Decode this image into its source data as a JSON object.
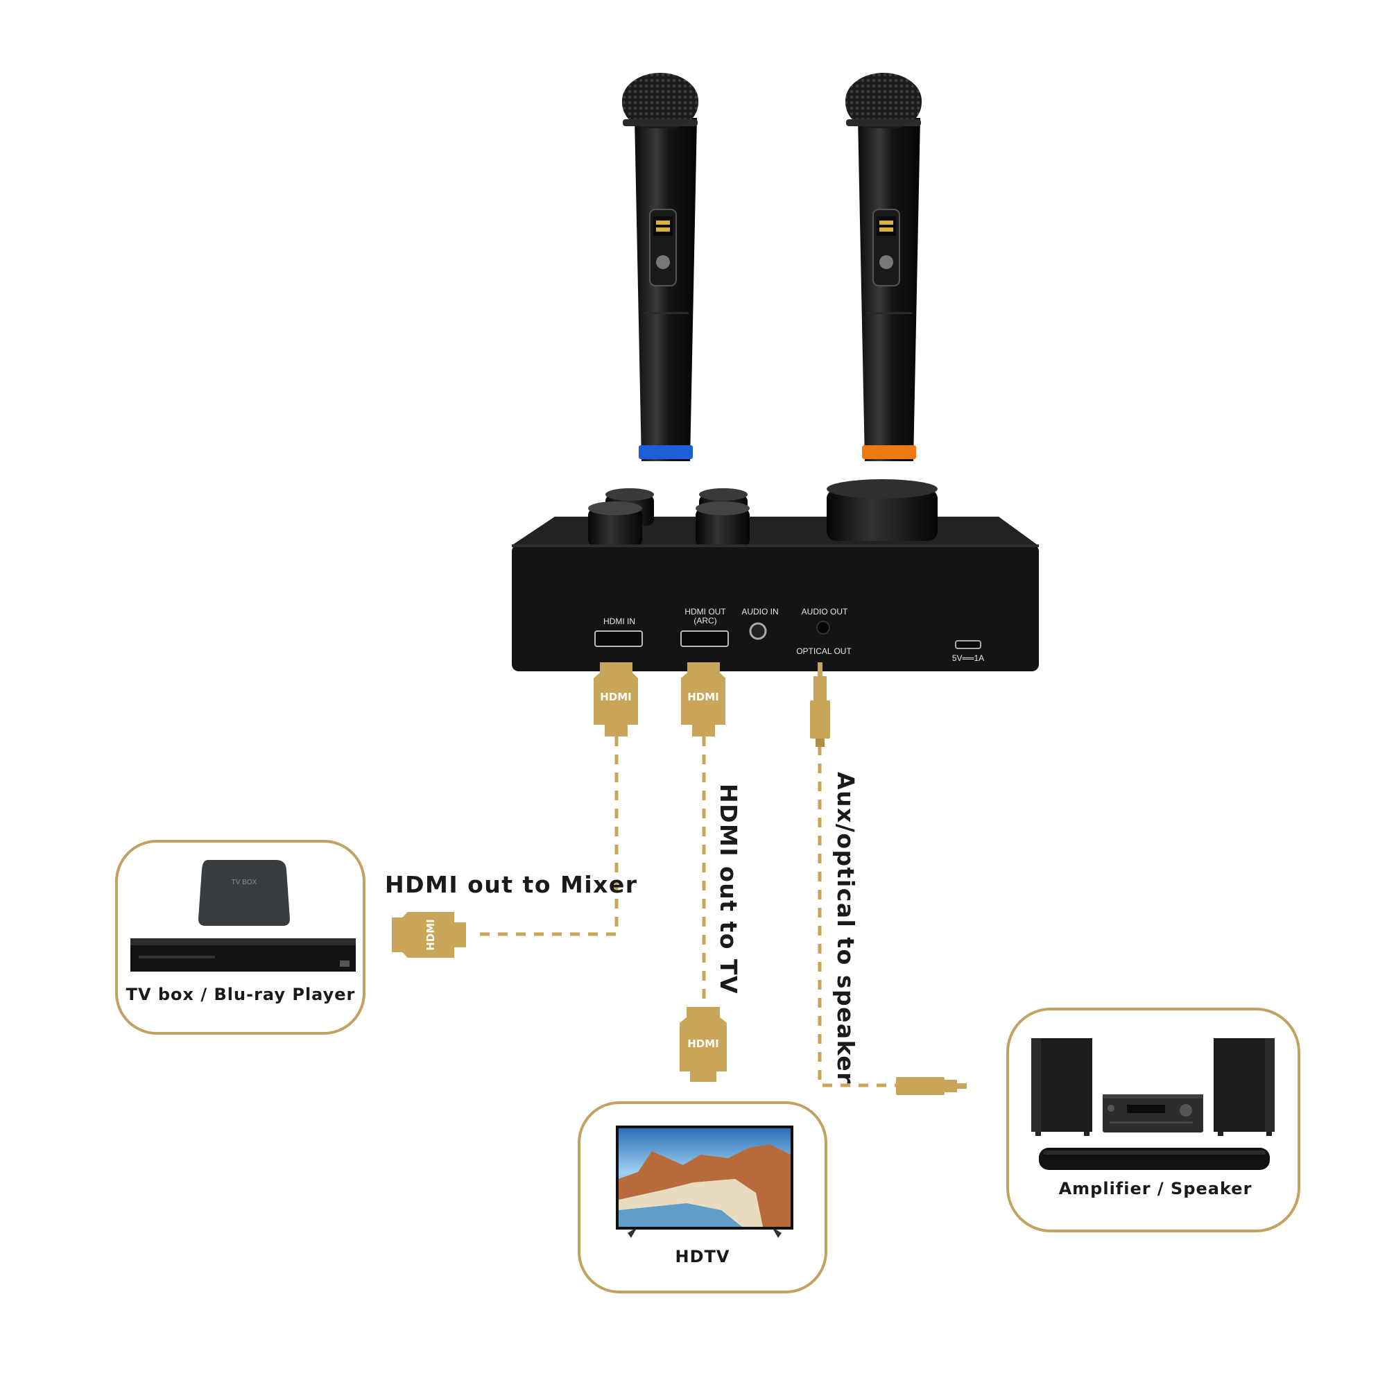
{
  "colors": {
    "gold": "#c9a55a",
    "gold_dark": "#b08d45",
    "device_black": "#141414",
    "frame_border": "#c2a263",
    "mic_blue": "#1d5fd6",
    "mic_orange": "#f07a12"
  },
  "mixer": {
    "ports": {
      "hdmi_in": "HDMI IN",
      "hdmi_out": "HDMI OUT",
      "hdmi_out_sub": "(ARC)",
      "audio_in": "AUDIO IN",
      "audio_out": "AUDIO OUT",
      "optical_out": "OPTICAL OUT",
      "power": "5V══1A"
    }
  },
  "connectors": {
    "hdmi": "HDMI"
  },
  "labels": {
    "hdmi_to_mixer": "HDMI out to Mixer",
    "hdmi_to_tv": "HDMI out to TV",
    "aux_to_speaker": "Aux/optical to speaker"
  },
  "devices": {
    "source": {
      "caption": "TV box / Blu-ray Player",
      "tvbox_text": "TV BOX"
    },
    "tv": {
      "caption": "HDTV"
    },
    "audio": {
      "caption": "Amplifier / Speaker"
    }
  }
}
